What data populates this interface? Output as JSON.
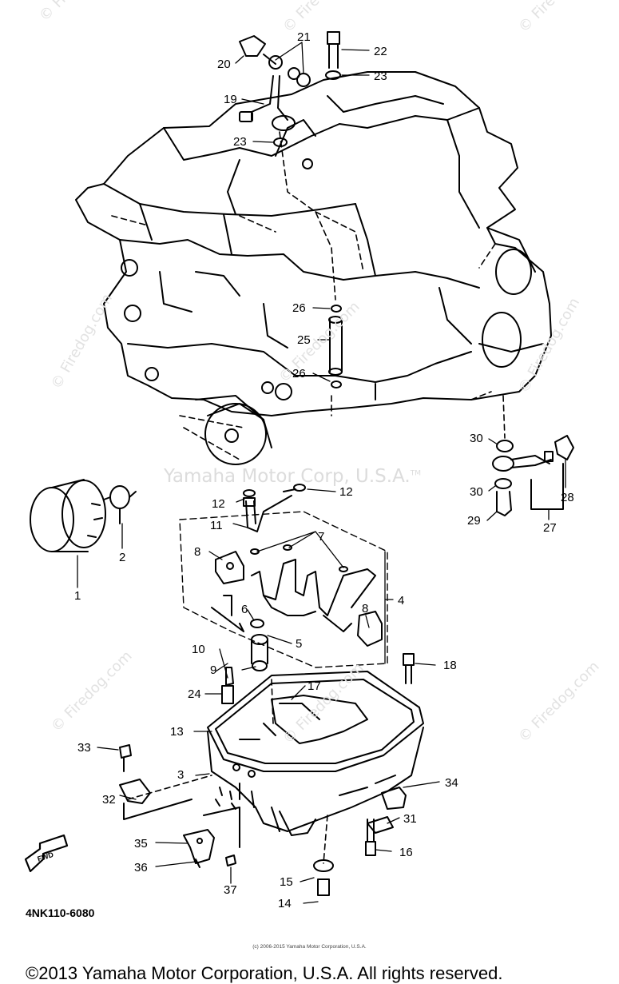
{
  "diagram": {
    "part_code": "4NK110-6080",
    "fwd_label": "FWD",
    "watermark": "Yamaha Motor Corp, U.S.A.",
    "watermark_tm": "TM",
    "site_watermark": "© Firedog.com",
    "small_copyright": "(c) 2006-2015 Yamaha Motor Corporation, U.S.A.",
    "footer": "©2013 Yamaha Motor Corporation, U.S.A. All rights reserved.",
    "callouts": [
      "1",
      "2",
      "3",
      "4",
      "5",
      "6",
      "7",
      "8",
      "8",
      "9",
      "10",
      "11",
      "12",
      "12",
      "13",
      "14",
      "15",
      "16",
      "17",
      "18",
      "19",
      "20",
      "21",
      "22",
      "23",
      "23",
      "24",
      "25",
      "26",
      "26",
      "27",
      "28",
      "29",
      "30",
      "30",
      "31",
      "32",
      "33",
      "34",
      "35",
      "36",
      "37"
    ]
  }
}
